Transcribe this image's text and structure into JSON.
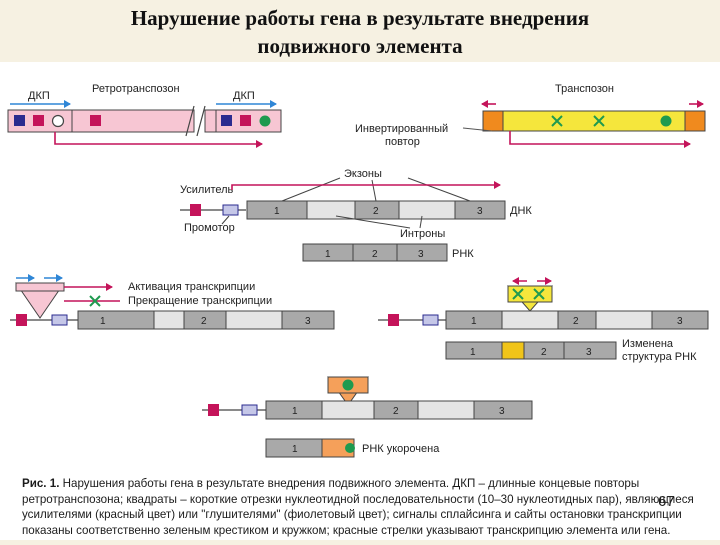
{
  "title": {
    "line1": "Нарушение работы гена в результате внедрения",
    "line2": "подвижного элемента"
  },
  "labels": {
    "ltr1": "ДКП",
    "retrotransposon": "Ретротранспозон",
    "ltr2": "ДКП",
    "transposon": "Транспозон",
    "inverted_repeat_1": "Инвертированный",
    "inverted_repeat_2": "повтор",
    "exons": "Экзоны",
    "enhancer": "Усилитель",
    "promoter": "Промотор",
    "introns": "Интроны",
    "dna": "ДНК",
    "rna": "РНК",
    "activation": "Активация транскрипции",
    "termination": "Прекращение транскрипции",
    "changed_structure_1": "Изменена",
    "changed_structure_2": "структура РНК",
    "rna_shortened": "РНК укорочена"
  },
  "gene_exons": [
    "1",
    "2",
    "3"
  ],
  "caption": {
    "prefix": "Рис. 1.",
    "text": " Нарушения работы гена в результате внедрения подвижного элемента. ДКП – длинные концевые повторы ретротранспозона; квадраты – короткие отрезки нуклеотидной последовательности (10–30 нуклеотидных пар), являющиеся усилителями (красный цвет) или \"глушителями\" (фиолетовый цвет); сигналы сплайсинга и сайты остановки транскрипции показаны соответственно зеленым крестиком и кружком; красные стрелки указывают транскрипцию элемента или гена."
  },
  "page_number": "67",
  "colors": {
    "retro_body": "#f7c6d3",
    "transposon_body": "#f5e63c",
    "transposon_ends": "#f08a1e",
    "exon": "#a9a9a9",
    "intron": "#e4e4e4",
    "enhancer": "#c4145a",
    "promoter": "#c5c7e8",
    "silencer": "#2b2b8f",
    "signal_green": "#1f9a4f",
    "arrow_red": "#c4145a",
    "arrow_blue": "#2f86d6"
  }
}
